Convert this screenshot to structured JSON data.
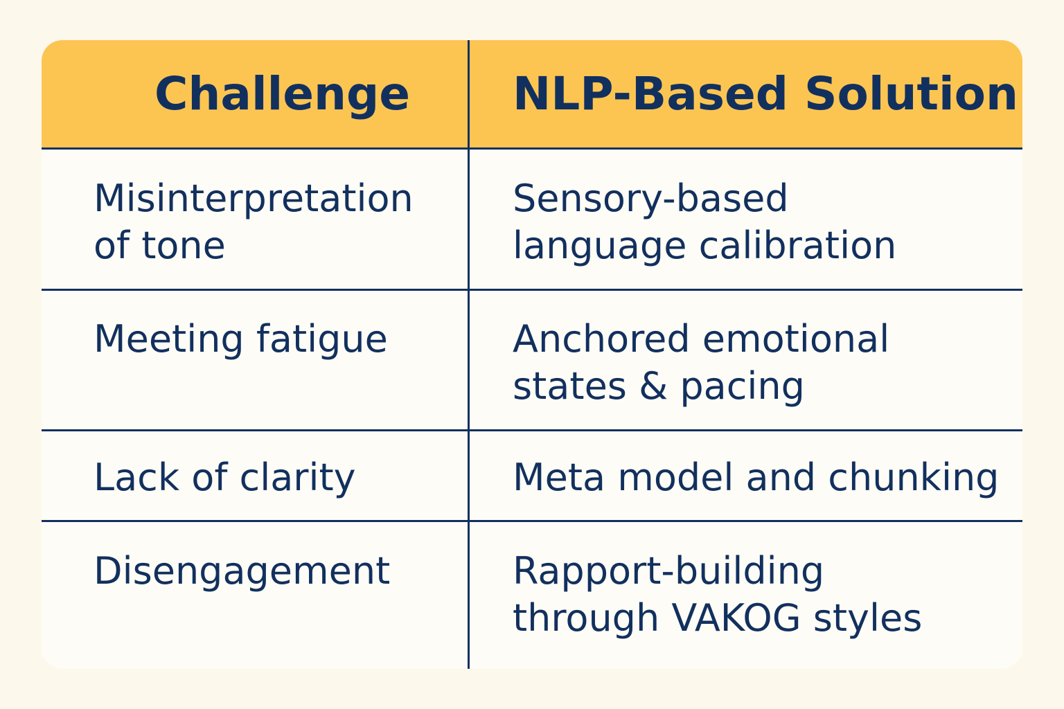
{
  "headers": {
    "challenge": "Challenge",
    "solution": "NLP-Based Solution"
  },
  "rows": [
    {
      "challenge": "Misinterpretation of tone",
      "solution": "Sensory-based language calibration"
    },
    {
      "challenge": "Meeting fatigue",
      "solution": "Anchored emotional states & pacing"
    },
    {
      "challenge": "Lack of clarity",
      "solution": "Meta model and chunking"
    },
    {
      "challenge": "Disengagement",
      "solution": "Rapport-building through VAKOG styles"
    }
  ]
}
